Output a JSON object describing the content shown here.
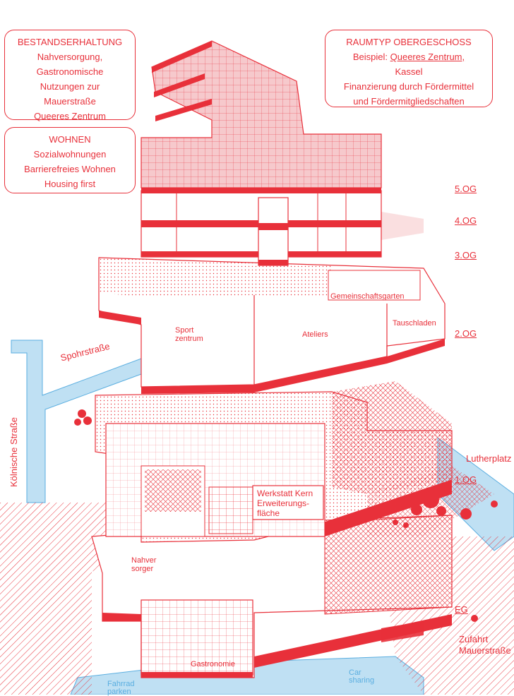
{
  "info_boxes": {
    "bestand": {
      "title": "BESTANDSERHALTUNG",
      "lines": [
        "Nahversorgung,",
        "Gastronomische",
        "Nutzungen zur",
        "Mauerstraße",
        "Queeres Zentrum"
      ]
    },
    "wohnen": {
      "title": "WOHNEN",
      "lines": [
        "Sozialwohnungen",
        "Barrierefreies Wohnen",
        "Housing first"
      ]
    },
    "raumtyp": {
      "title": "RAUMTYP OBERGESCHOSS",
      "example_prefix": "Beispiel: ",
      "example_link": "Queeres Zentrum,",
      "city": "Kassel",
      "lines": [
        "Finanzierung durch Fördermittel",
        "und Fördermitgliedschaften"
      ]
    }
  },
  "floors": [
    "5.OG",
    "4.OG",
    "3.OG",
    "2.OG",
    "1.OG",
    "EG"
  ],
  "rooms": {
    "gemeinschaftsgarten": "Gemeinschaftsgarten",
    "sportzentrum": [
      "Sport",
      "zentrum"
    ],
    "ateliers": "Ateliers",
    "tauschladen": "Tauschladen",
    "werkstatt": [
      "Werkstatt Kern",
      "Erweiterungs-",
      "fläche"
    ],
    "nahversorger": [
      "Nahver",
      "sorger"
    ],
    "gastronomie": "Gastronomie"
  },
  "streets": {
    "spohr": "Spohrstraße",
    "koelnische": "Kölnische Straße",
    "luther": "Lutherplatz",
    "zufahrt": [
      "Zufahrt",
      "Mauerstraße"
    ]
  },
  "mobility": {
    "fahrrad": [
      "Fahrrad",
      "parken"
    ],
    "carsharing": [
      "Car",
      "sharing"
    ]
  },
  "colors": {
    "red": "#e8303a",
    "pink": "#f6c9cc",
    "blue": "#bfe0f3"
  }
}
